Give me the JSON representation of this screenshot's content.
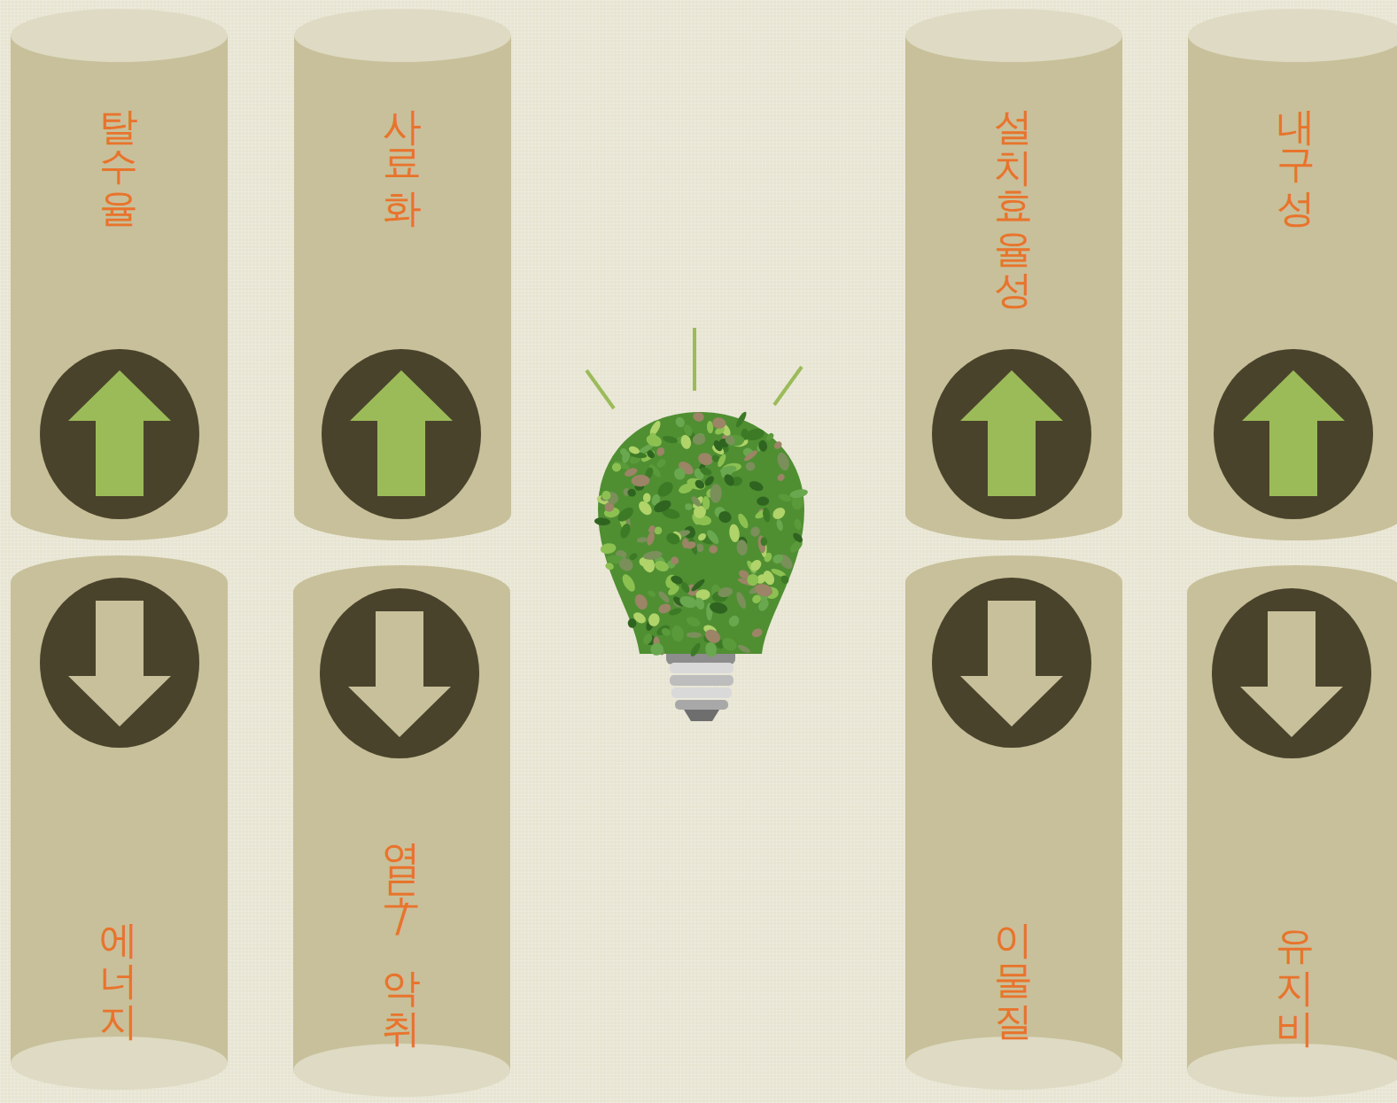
{
  "diagram": {
    "nodes": [
      {
        "text": [
          "탈수율"
        ]
      },
      {
        "text": [
          "사료화"
        ]
      },
      {
        "text": [
          "설치효율성"
        ]
      },
      {
        "text": [
          "내구성"
        ]
      },
      {
        "text": [
          "에너지"
        ]
      },
      {
        "text": [
          "염도/악취"
        ]
      },
      {
        "text": [
          "이물질"
        ]
      },
      {
        "text": [
          "유지비"
        ]
      }
    ]
  }
}
